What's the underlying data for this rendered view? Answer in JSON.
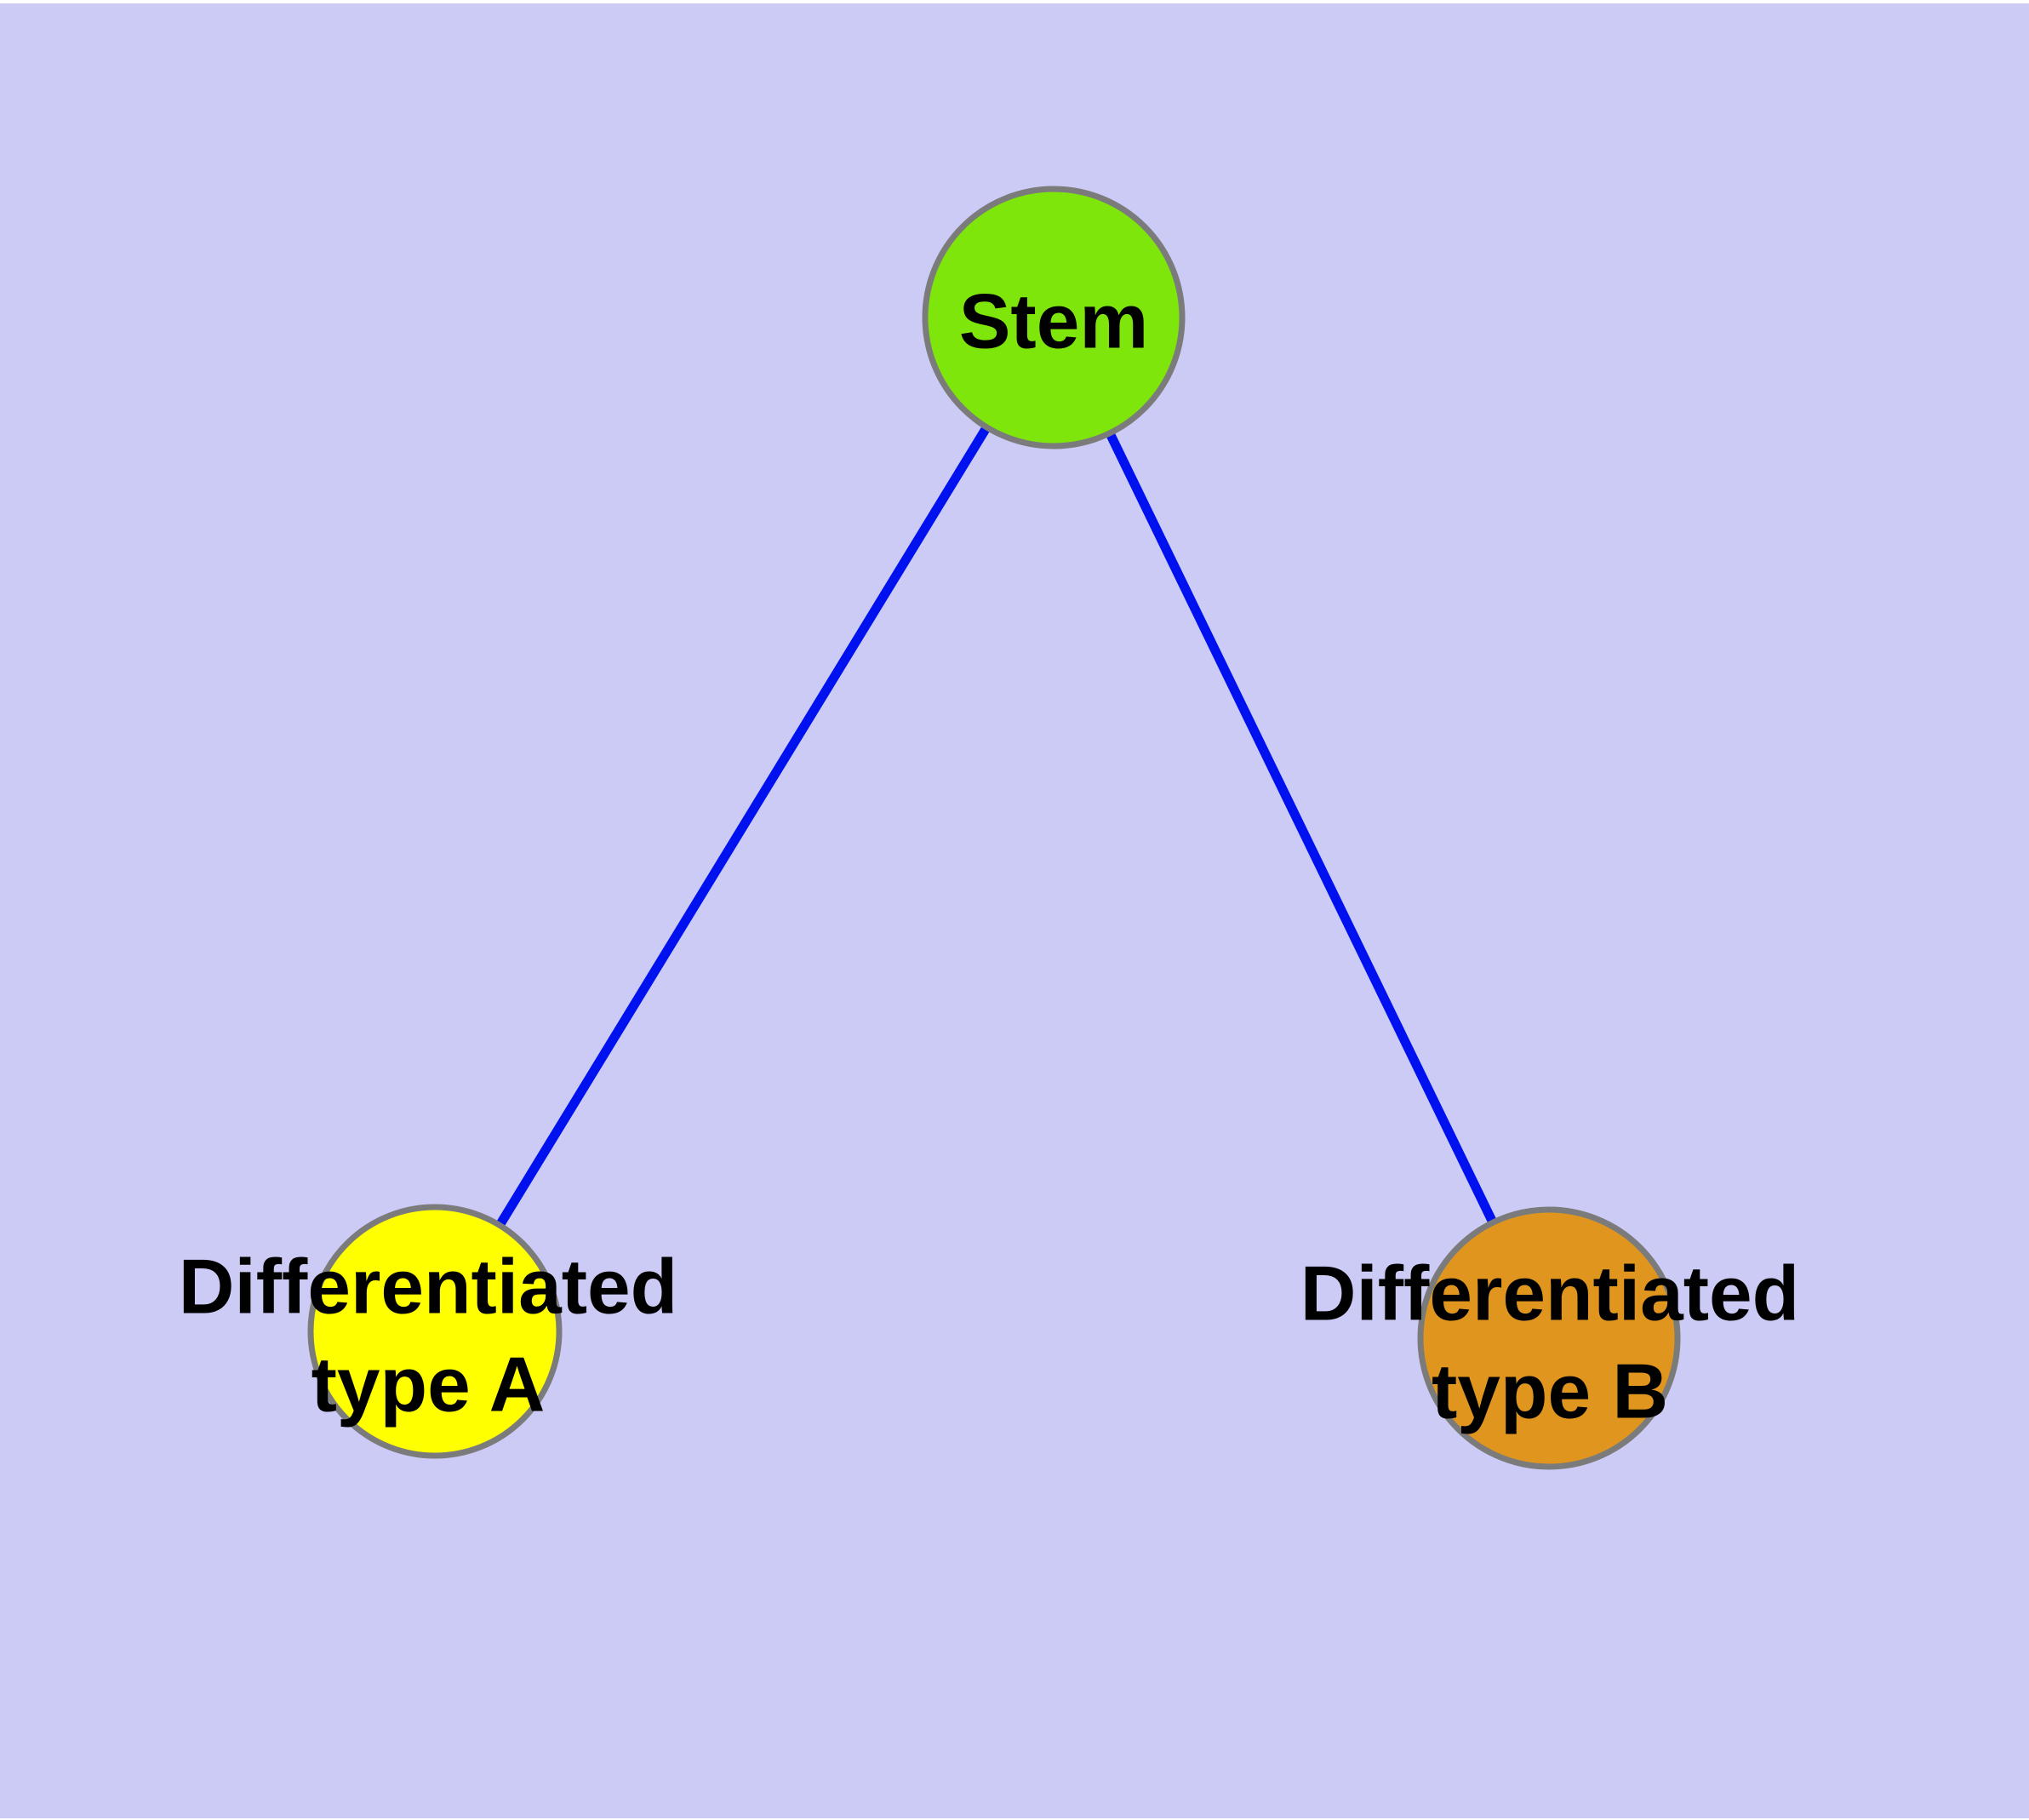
{
  "canvas": {
    "background_color": "#cbcbf5",
    "top_strip_color": "#ffffff",
    "bottom_strip_color": "#ffffff"
  },
  "colors": {
    "edge": "#0011f0",
    "node_border": "#7b7b7b",
    "label_text": "#000000"
  },
  "nodes": [
    {
      "id": "stem",
      "lines": [
        "Stem"
      ],
      "fill": "#7ee60a"
    },
    {
      "id": "differentiated-type-a",
      "lines": [
        "Differentiated",
        "type A"
      ],
      "fill": "#ffff00"
    },
    {
      "id": "differentiated-type-b",
      "lines": [
        "Differentiated",
        "type B"
      ],
      "fill": "#e0961e"
    }
  ],
  "edges": [
    {
      "from": "Stem",
      "to": "Differentiated type A"
    },
    {
      "from": "Stem",
      "to": "Differentiated type B"
    }
  ]
}
